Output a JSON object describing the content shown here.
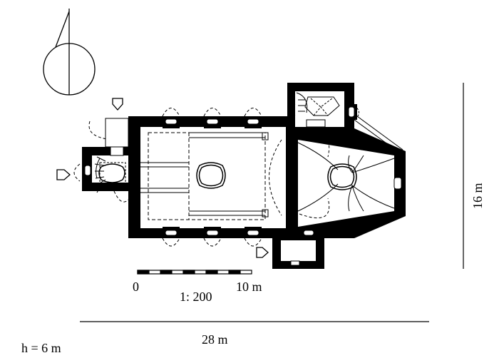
{
  "colors": {
    "ink": "#000000",
    "paper": "#ffffff"
  },
  "labels": {
    "scale_start": "0",
    "scale_end": "10 m",
    "scale_ratio": "1: 200",
    "total_length": "28  m",
    "total_width": "16 m",
    "height": "h = 6 m"
  }
}
